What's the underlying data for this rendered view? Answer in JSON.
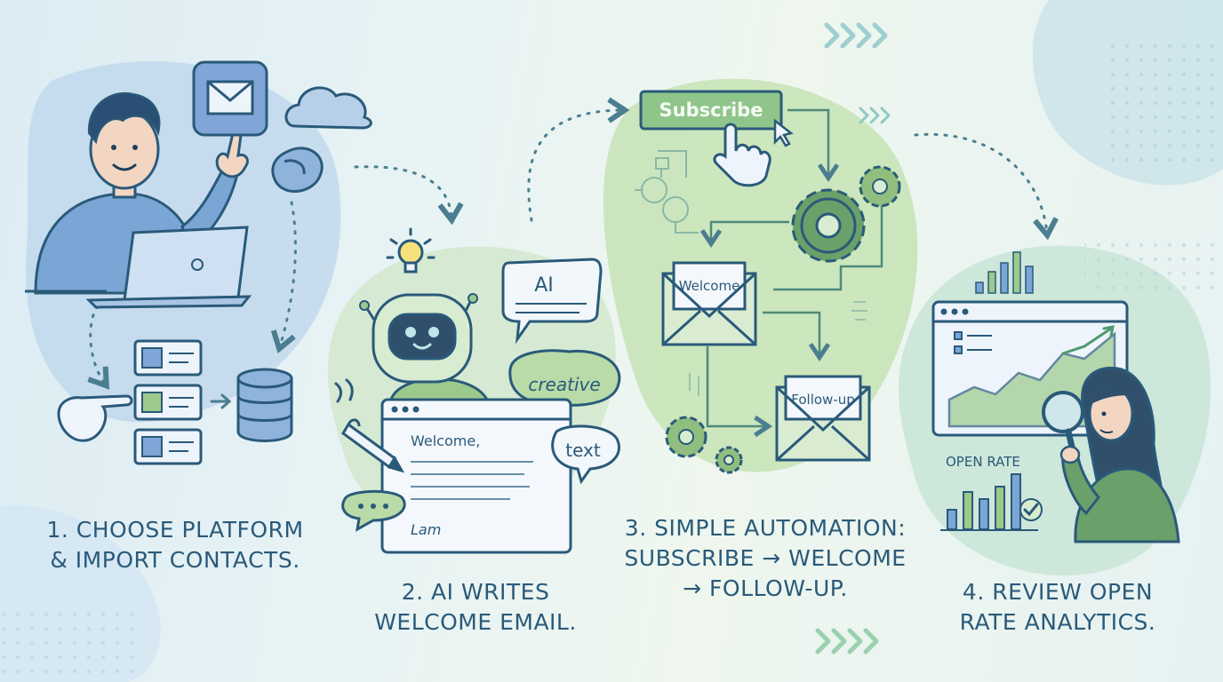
{
  "steps": [
    {
      "line1": "1. Choose platform",
      "line2": "& import contacts."
    },
    {
      "line1": "2. AI writes",
      "line2": "welcome email."
    },
    {
      "line1": "3. Simple automation:",
      "line2": "Subscribe → Welcome",
      "line3": "→ Follow-up."
    },
    {
      "line1": "4. Review open",
      "line2": "rate analytics."
    }
  ],
  "labels": {
    "subscribe_button": "Subscribe",
    "ai_bubble": "AI",
    "creative_bubble": "creative",
    "text_bubble": "text",
    "welcome_greeting": "Welcome,",
    "signature": "Lam",
    "welcome_envelope": "Welcome",
    "followup_envelope": "Follow-up",
    "open_rate": "OPEN RATE"
  },
  "colors": {
    "ink": "#2a5a7a",
    "blue_fill": "#8fb4dc",
    "green_fill": "#9cca8c",
    "accent_green": "#4e9a6e"
  }
}
